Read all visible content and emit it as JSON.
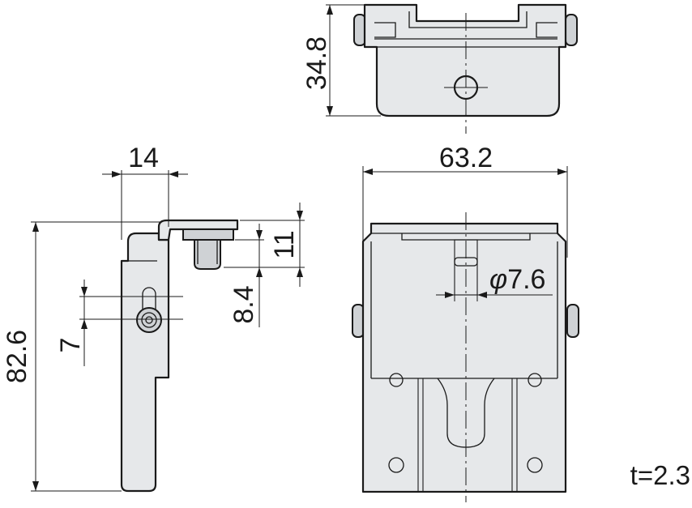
{
  "dimensions": {
    "height_top": "34.8",
    "width_front": "63.2",
    "side_depth": "14",
    "side_height": "82.6",
    "pin_height": "11",
    "pin_offset": "8.4",
    "slot_pitch": "7",
    "pin_diameter_symbol": "φ",
    "pin_diameter": "7.6"
  },
  "notes": {
    "thickness": "t=2.3"
  }
}
